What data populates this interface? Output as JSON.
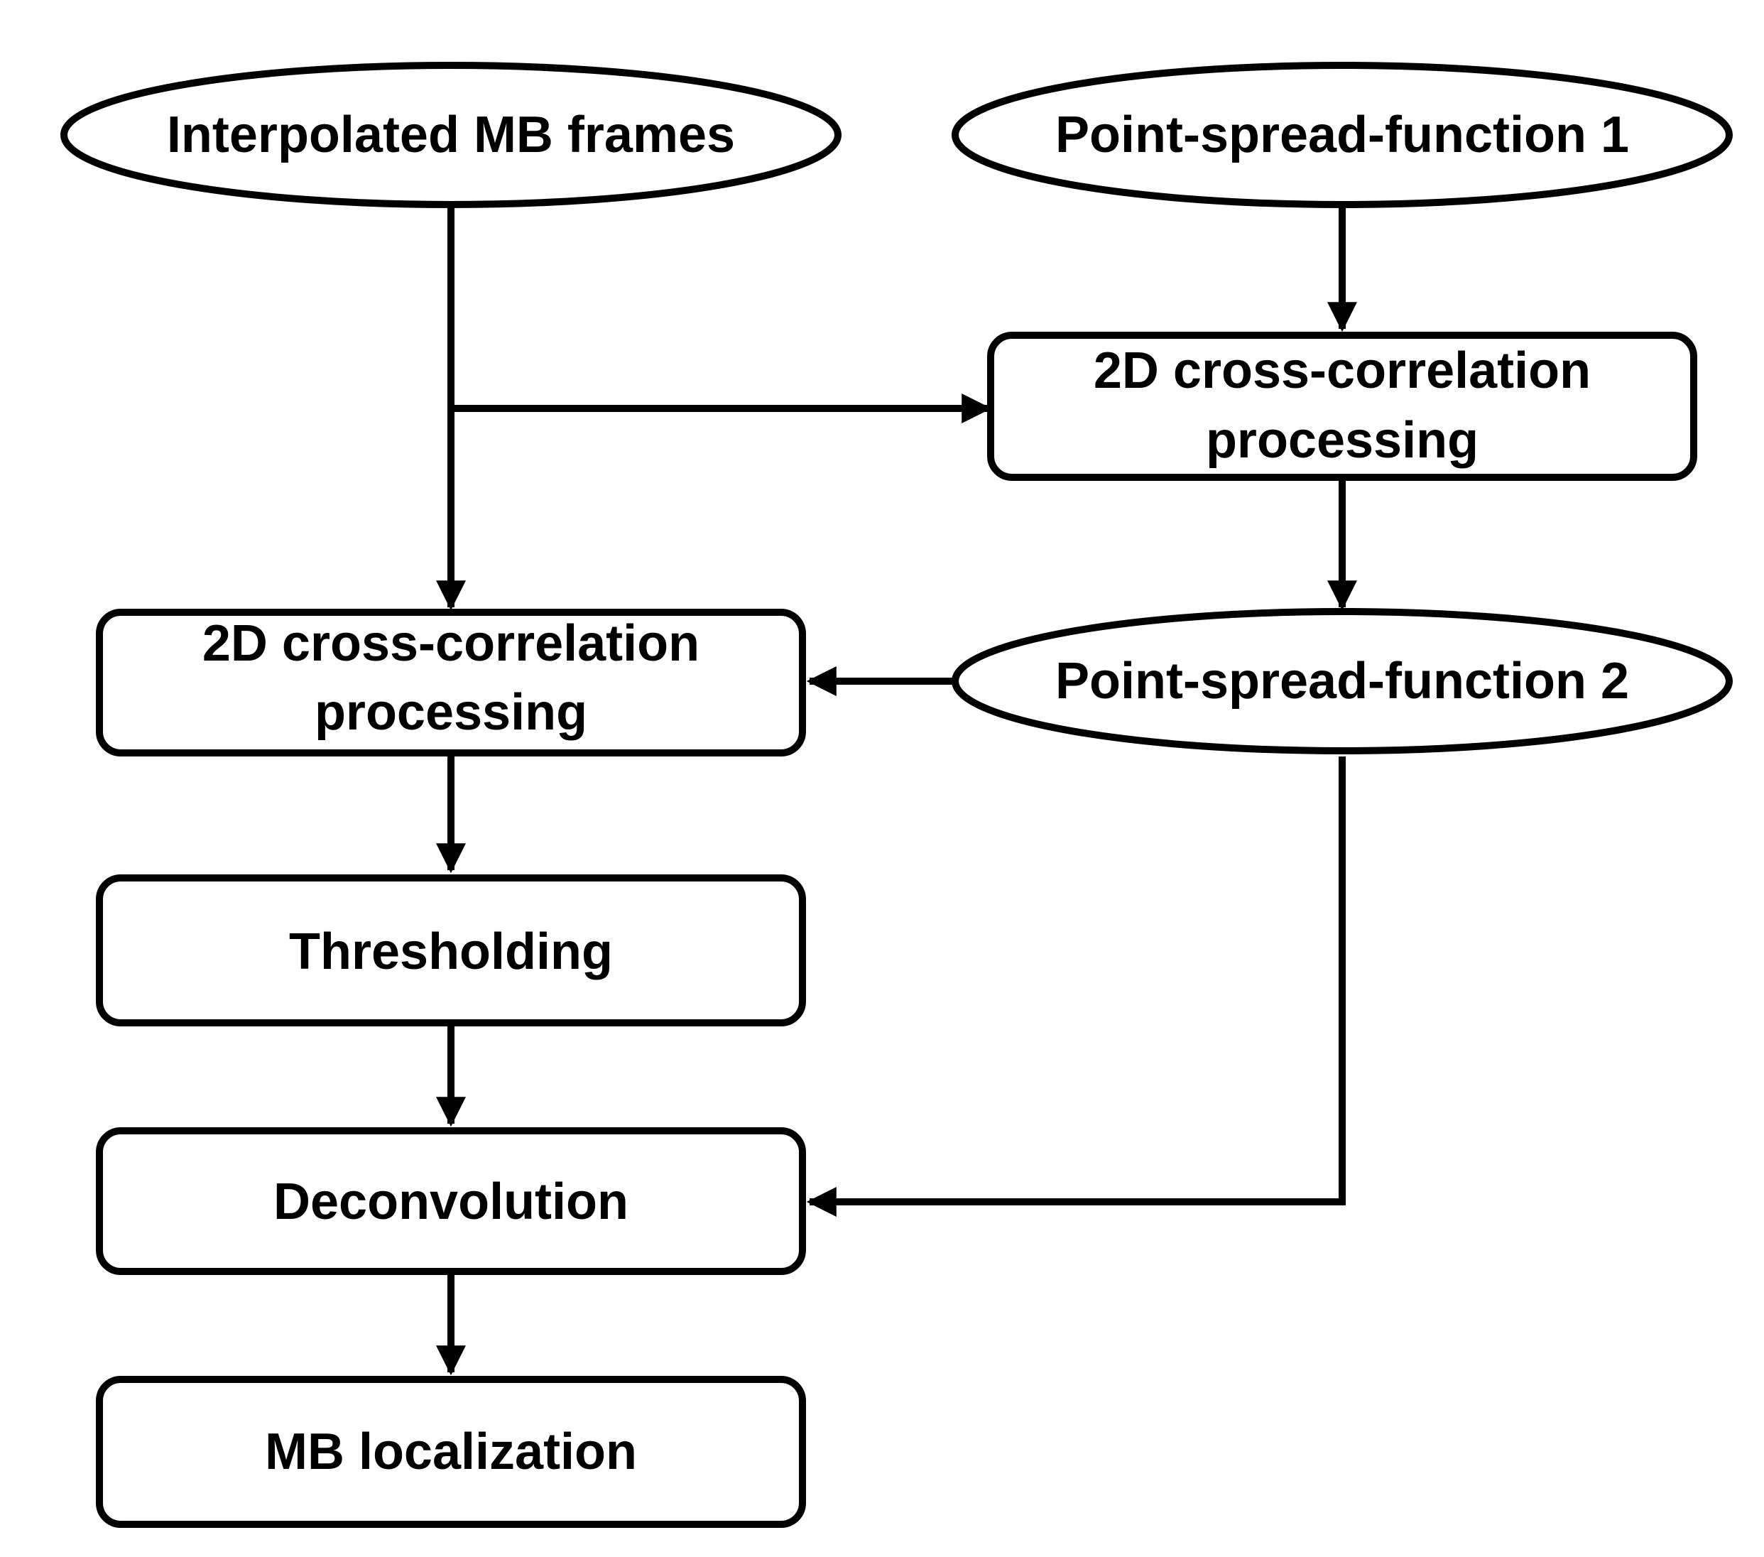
{
  "colors": {
    "stroke": "#000000",
    "fill": "#ffffff",
    "text": "#000000"
  },
  "nodes": {
    "interpolated_frames": {
      "shape": "ellipse",
      "lines": [
        "Interpolated MB frames"
      ]
    },
    "psf1": {
      "shape": "ellipse",
      "lines": [
        "Point-spread-function 1"
      ]
    },
    "xcorr_top": {
      "shape": "rounded-rect",
      "lines": [
        "2D cross-correlation",
        "processing"
      ]
    },
    "psf2": {
      "shape": "ellipse",
      "lines": [
        "Point-spread-function 2"
      ]
    },
    "xcorr_left": {
      "shape": "rounded-rect",
      "lines": [
        "2D cross-correlation",
        "processing"
      ]
    },
    "thresholding": {
      "shape": "rounded-rect",
      "lines": [
        "Thresholding"
      ]
    },
    "deconvolution": {
      "shape": "rounded-rect",
      "lines": [
        "Deconvolution"
      ]
    },
    "localization": {
      "shape": "rounded-rect",
      "lines": [
        "MB localization"
      ]
    }
  },
  "edges": [
    {
      "from": "interpolated_frames",
      "to": "xcorr_left"
    },
    {
      "from": "interpolated_frames",
      "to": "xcorr_top"
    },
    {
      "from": "psf1",
      "to": "xcorr_top"
    },
    {
      "from": "xcorr_top",
      "to": "psf2"
    },
    {
      "from": "psf2",
      "to": "xcorr_left"
    },
    {
      "from": "xcorr_left",
      "to": "thresholding"
    },
    {
      "from": "thresholding",
      "to": "deconvolution"
    },
    {
      "from": "deconvolution",
      "to": "localization"
    },
    {
      "from": "psf2",
      "to": "deconvolution"
    }
  ]
}
